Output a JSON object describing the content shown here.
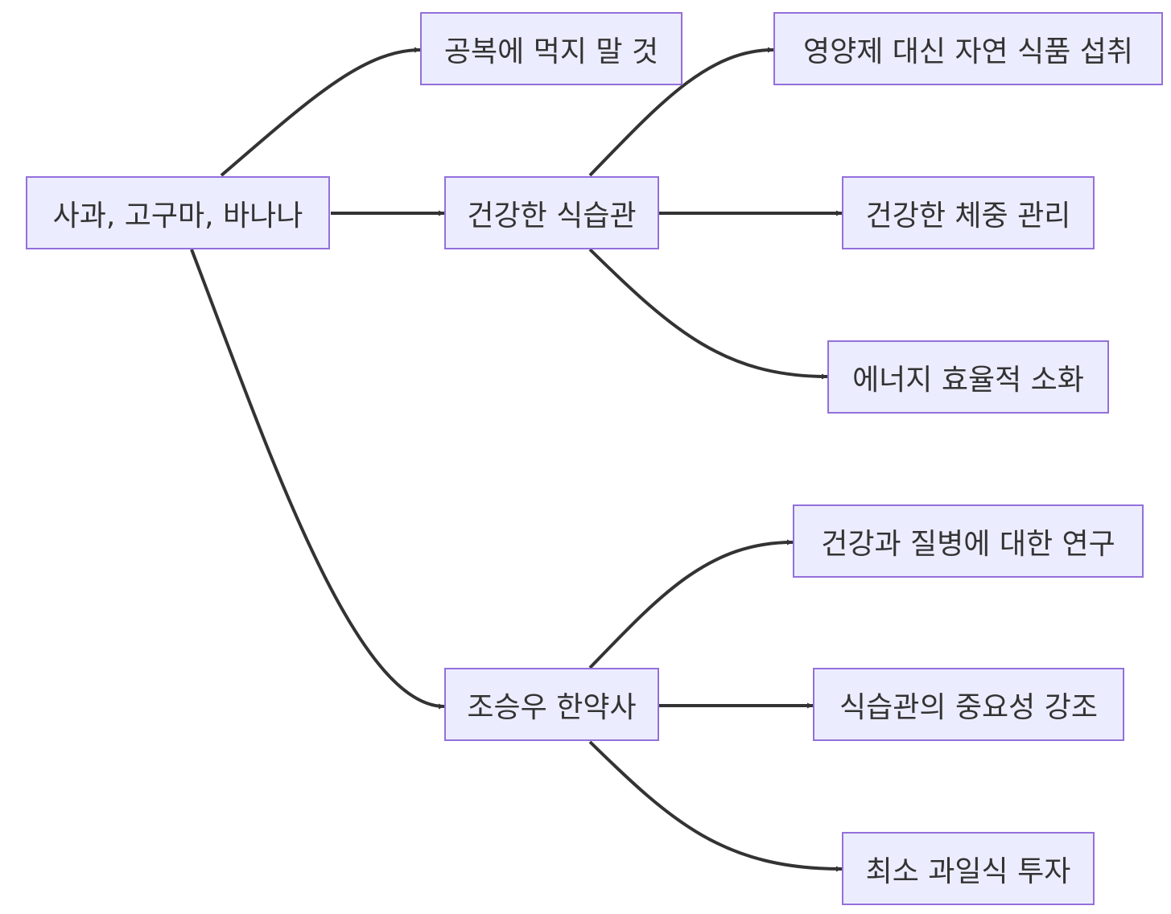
{
  "diagram": {
    "nodes": {
      "root": "사과, 고구마, 바나나",
      "empty_stomach": "공복에 먹지 말 것",
      "healthy_habits": "건강한 식습관",
      "pharmacist": "조승우 한약사",
      "natural_food": "영양제 대신 자연 식품 섭취",
      "weight": "건강한 체중 관리",
      "energy": "에너지 효율적 소화",
      "research": "건강과 질병에 대한 연구",
      "importance": "식습관의 중요성 강조",
      "fruit_investment": "최소 과일식 투자"
    },
    "edges": [
      {
        "from": "root",
        "to": "empty_stomach"
      },
      {
        "from": "root",
        "to": "healthy_habits"
      },
      {
        "from": "root",
        "to": "pharmacist"
      },
      {
        "from": "healthy_habits",
        "to": "natural_food"
      },
      {
        "from": "healthy_habits",
        "to": "weight"
      },
      {
        "from": "healthy_habits",
        "to": "energy"
      },
      {
        "from": "pharmacist",
        "to": "research"
      },
      {
        "from": "pharmacist",
        "to": "importance"
      },
      {
        "from": "pharmacist",
        "to": "fruit_investment"
      }
    ],
    "colors": {
      "node_fill": "#ECECFF",
      "node_border": "#9370DB",
      "edge": "#333333",
      "text": "#333333"
    }
  }
}
